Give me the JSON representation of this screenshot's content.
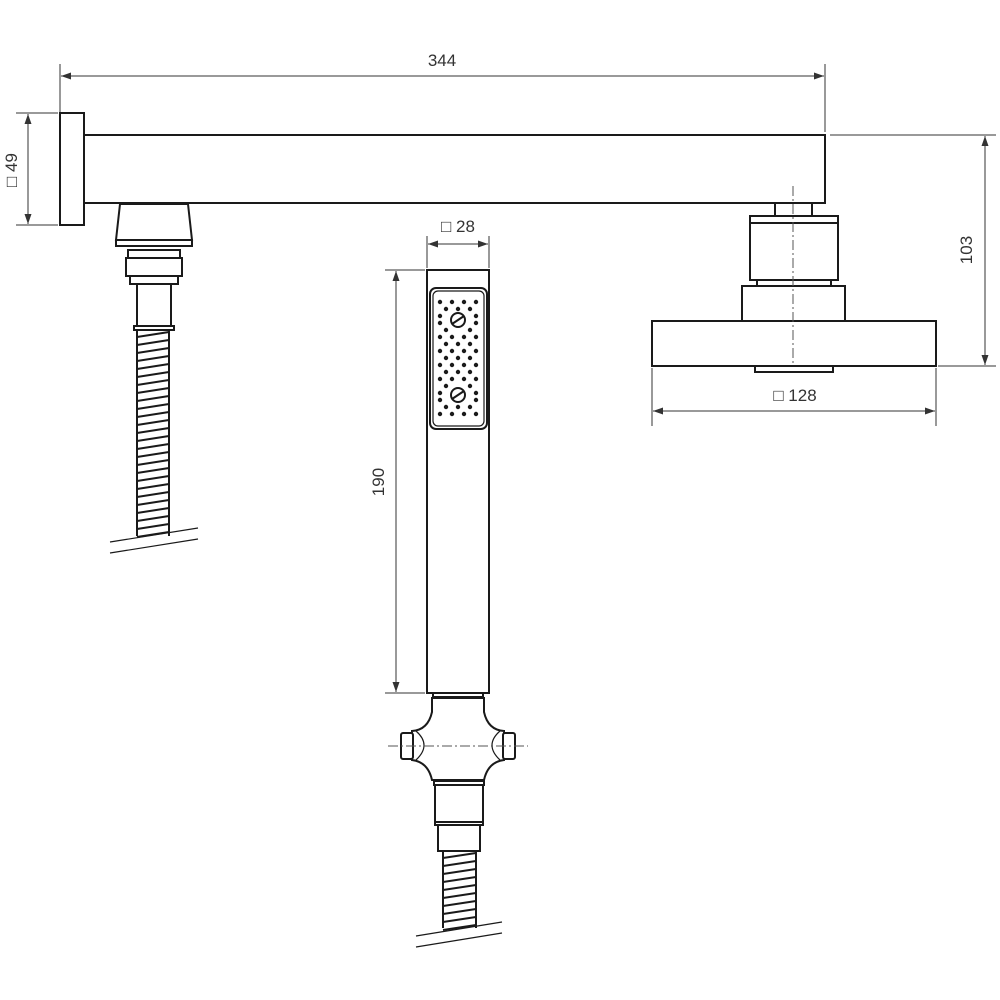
{
  "dimensions": {
    "arm_length": "344",
    "wall_plate": "□ 49",
    "handshower_width": "□ 28",
    "handshower_length": "190",
    "head_height": "103",
    "head_width": "□ 128"
  },
  "colors": {
    "line": "#1a1a1a",
    "dimension": "#333333"
  }
}
